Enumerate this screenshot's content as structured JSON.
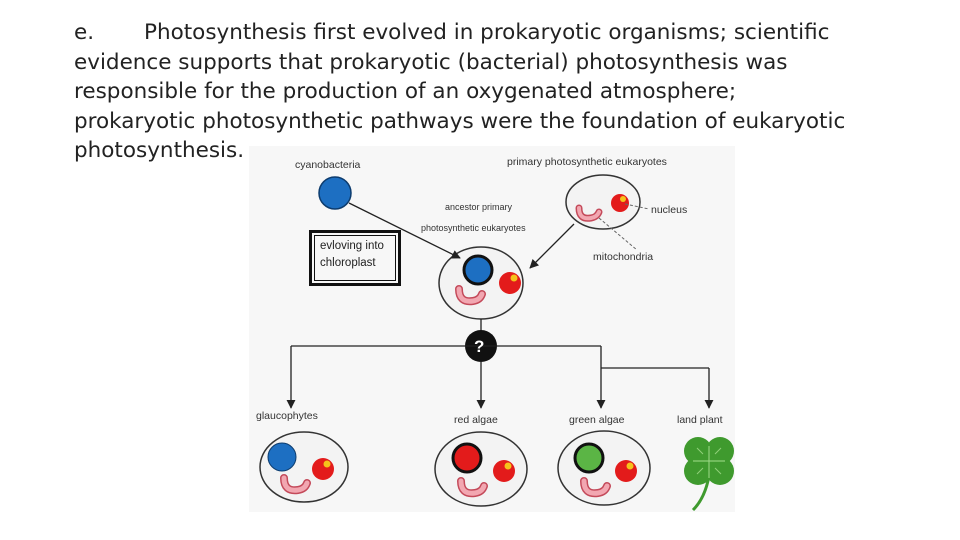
{
  "paragraph": {
    "label": "e.",
    "lines": [
      "Photosynthesis first evolved in prokaryotic organisms; scientific",
      "evidence supports that prokaryotic (bacterial) photosynthesis was",
      "responsible for the production of an oxygenated atmosphere;",
      "prokaryotic photosynthetic pathways were the foundation of eukaryotic",
      "photosynthesis."
    ]
  },
  "diagram": {
    "labels": {
      "cyanobacteria": "cyanobacteria",
      "primary": "primary photosynthetic eukaryotes",
      "nucleus": "nucleus",
      "ancestor_line1": "ancestor primary",
      "ancestor_line2": "photosynthetic eukaryotes",
      "mitochondria": "mitochondria",
      "evolving_line1": "evloving into",
      "evolving_line2": "chloroplast",
      "unknown": "?",
      "glaucophytes": "glaucophytes",
      "red_algae": "red algae",
      "green_algae": "green algae",
      "land_plant": "land plant"
    },
    "colors": {
      "cyan_blue": "#1d6fc2",
      "red": "#e31b1b",
      "green": "#5bb545",
      "cell_fill": "#f3f3f3",
      "mito_fill": "#f2a7b1",
      "leaf_green": "#3f9a2e",
      "arrow": "#222222"
    }
  }
}
